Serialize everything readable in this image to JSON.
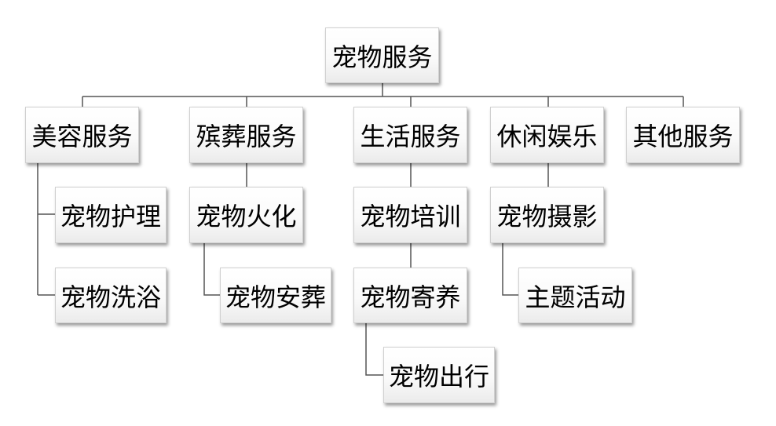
{
  "root": {
    "label": "宠物服务"
  },
  "categories": [
    {
      "label": "美容服务",
      "children": [
        "宠物护理",
        "宠物洗浴"
      ]
    },
    {
      "label": "殡葬服务",
      "children": [
        "宠物火化",
        "宠物安葬"
      ]
    },
    {
      "label": "生活服务",
      "children": [
        "宠物培训",
        "宠物寄养",
        "宠物出行"
      ]
    },
    {
      "label": "休闲娱乐",
      "children": [
        "宠物摄影",
        "主题活动"
      ]
    },
    {
      "label": "其他服务",
      "children": []
    }
  ]
}
